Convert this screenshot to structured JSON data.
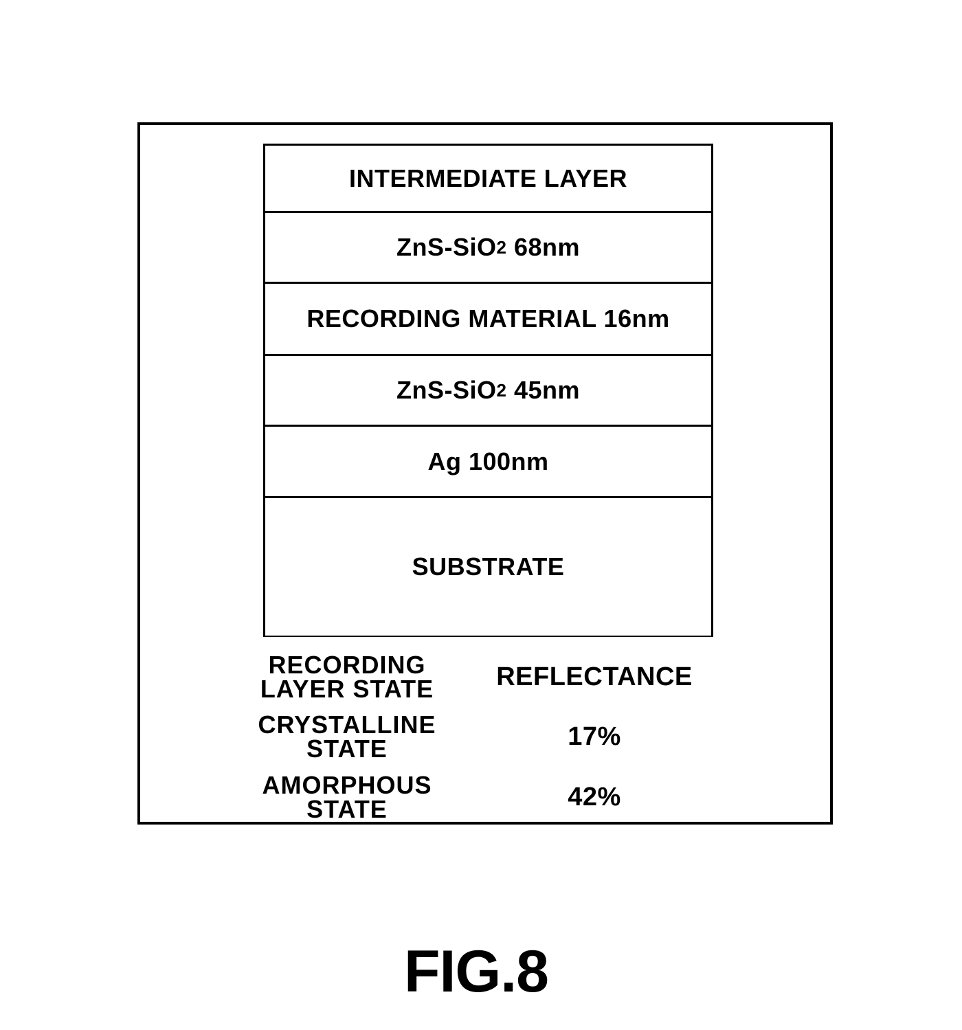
{
  "layers": [
    {
      "label": "INTERMEDIATE LAYER"
    },
    {
      "label": "ZnS-SiO",
      "sub": "2",
      "suffix": " 68nm"
    },
    {
      "label": "RECORDING MATERIAL 16nm"
    },
    {
      "label": "ZnS-SiO",
      "sub": "2",
      "suffix": " 45nm"
    },
    {
      "label": "Ag 100nm"
    },
    {
      "label": "SUBSTRATE"
    }
  ],
  "table": {
    "header_left_line1": "RECORDING",
    "header_left_line2": "LAYER STATE",
    "header_right": "REFLECTANCE",
    "rows": [
      {
        "state_line1": "CRYSTALLINE",
        "state_line2": "STATE",
        "reflectance": "17%"
      },
      {
        "state_line1": "AMORPHOUS",
        "state_line2": "STATE",
        "reflectance": "42%"
      }
    ]
  },
  "figure_label": "FIG.8"
}
